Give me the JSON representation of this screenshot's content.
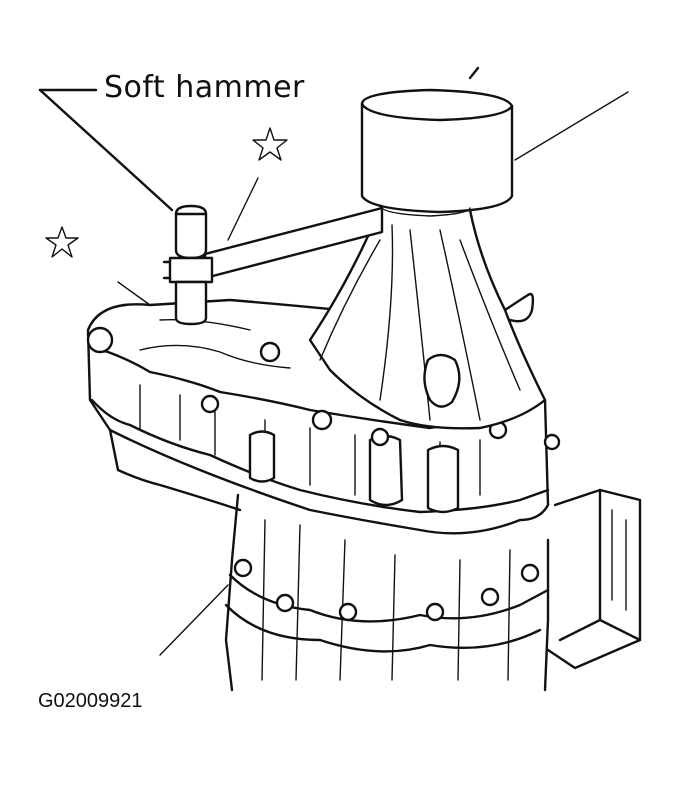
{
  "figure": {
    "callout_label": "Soft hammer",
    "figure_id": "G02009921"
  },
  "icons": {
    "star": "star-icon",
    "hammer": "soft-hammer"
  }
}
